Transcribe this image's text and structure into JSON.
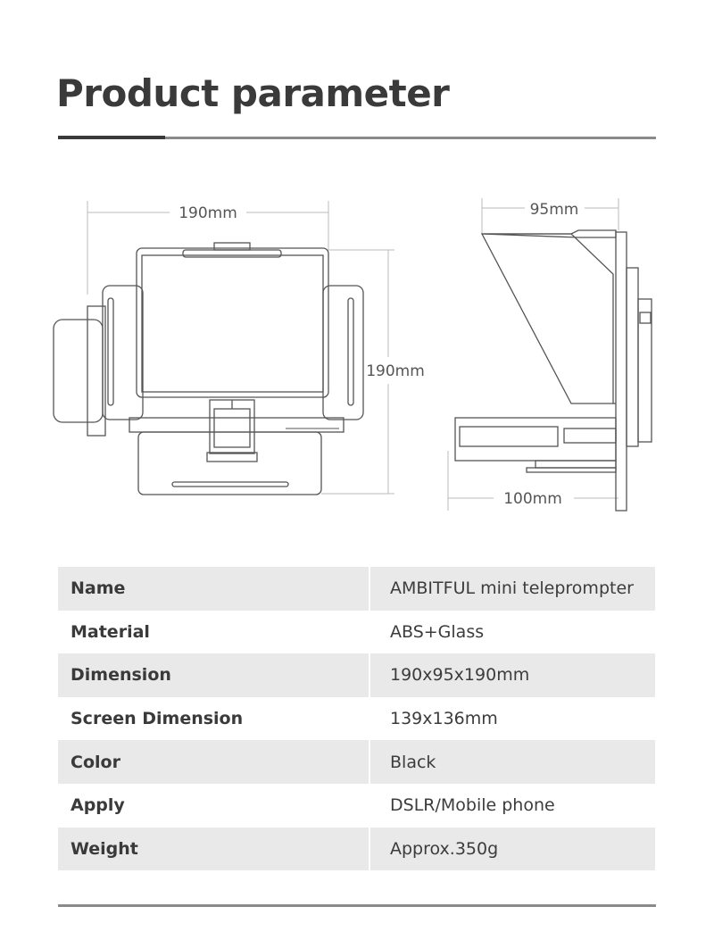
{
  "page": {
    "title": "Product parameter"
  },
  "dimensions": {
    "front_width": "190mm",
    "front_height": "190mm",
    "side_depth": "95mm",
    "side_base": "100mm"
  },
  "specs": [
    {
      "label": "Name",
      "value": "AMBITFUL mini teleprompter"
    },
    {
      "label": "Material",
      "value": "ABS+Glass"
    },
    {
      "label": "Dimension",
      "value": "190x95x190mm"
    },
    {
      "label": "Screen Dimension",
      "value": "139x136mm"
    },
    {
      "label": "Color",
      "value": "Black"
    },
    {
      "label": "Apply",
      "value": "DSLR/Mobile phone"
    },
    {
      "label": "Weight",
      "value": "Approx.350g"
    }
  ]
}
